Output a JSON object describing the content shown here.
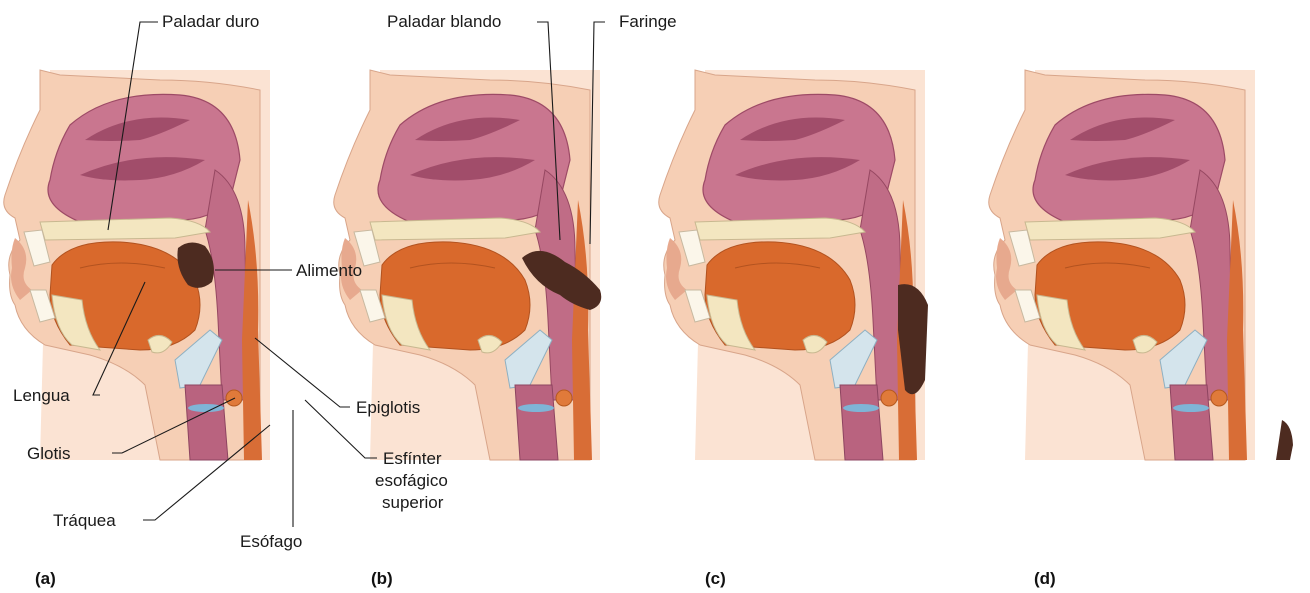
{
  "labels": {
    "paladar_duro": "Paladar duro",
    "paladar_blando": "Paladar blando",
    "faringe": "Faringe",
    "alimento": "Alimento",
    "lengua": "Lengua",
    "epiglotis": "Epiglotis",
    "glotis": "Glotis",
    "esfinter_line1": "Esfínter",
    "esfinter_line2": "esofágico",
    "esfinter_line3": "superior",
    "traquea": "Tráquea",
    "esofago": "Esófago"
  },
  "panels": [
    {
      "id": "a",
      "label": "(a)"
    },
    {
      "id": "b",
      "label": "(b)"
    },
    {
      "id": "c",
      "label": "(c)"
    },
    {
      "id": "d",
      "label": "(d)"
    }
  ],
  "colors": {
    "background_tint": "#fbe3d3",
    "skin": "#f4c7ac",
    "nasal_tissue": "#c9768f",
    "nasal_dark": "#a14d6a",
    "bone": "#f3e6c0",
    "tongue": "#d9692c",
    "tongue_light": "#e48a4e",
    "airway": "#b9637f",
    "food_bolus": "#4d2b20",
    "cartilage": "#d4e4ec",
    "trachea_band": "#7fb4d6",
    "esophagus": "#d86d36"
  }
}
